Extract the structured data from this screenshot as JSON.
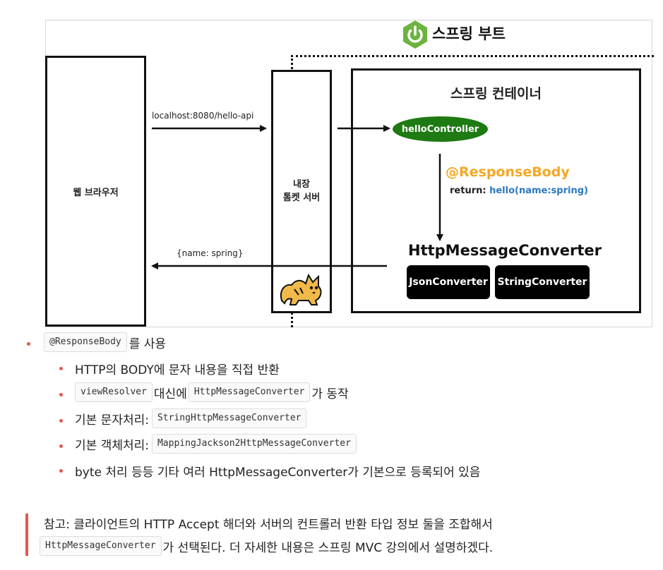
{
  "diagram": {
    "spring_boot_title": "스프링 부트",
    "web_browser": "웹 브라우저",
    "tomcat_label": "내장\n톰켓 서버",
    "container_title": "스프링 컨테이너",
    "controller": "helloController",
    "annotation": "@ResponseBody",
    "return_prefix": "return:",
    "return_value": "hello(name:spring)",
    "converter_title": "HttpMessageConverter",
    "json_converter": "JsonConverter",
    "string_converter": "StringConverter",
    "request_label": "localhost:8080/hello-api",
    "response_label": "{name: spring}",
    "colors": {
      "spring_green": "#1e7a12",
      "annotation_orange": "#f5a823",
      "return_blue": "#2b78c2",
      "bullet_red": "#e6554f"
    },
    "icons": [
      "spring-power-icon",
      "tomcat-cat-icon"
    ]
  },
  "list": {
    "item1": {
      "code": "@ResponseBody",
      "text": "를 사용"
    },
    "sub1": "HTTP의 BODY에 문자 내용을 직접 반환",
    "sub2": {
      "code1": "viewResolver",
      "mid": "대신에",
      "code2": "HttpMessageConverter",
      "end": "가 동작"
    },
    "sub3": {
      "label": "기본 문자처리:",
      "code": "StringHttpMessageConverter"
    },
    "sub4": {
      "label": "기본 객체처리:",
      "code": "MappingJackson2HttpMessageConverter"
    },
    "sub5": "byte 처리 등등 기타 여러 HttpMessageConverter가 기본으로 등록되어 있음"
  },
  "note": {
    "line1": "참고: 클라이언트의 HTTP Accept 해더와 서버의 컨트롤러 반환 타입 정보 둘을 조합해서",
    "code": "HttpMessageConverter",
    "line2": "가 선택된다. 더 자세한 내용은 스프링 MVC 강의에서 설명하겠다."
  }
}
